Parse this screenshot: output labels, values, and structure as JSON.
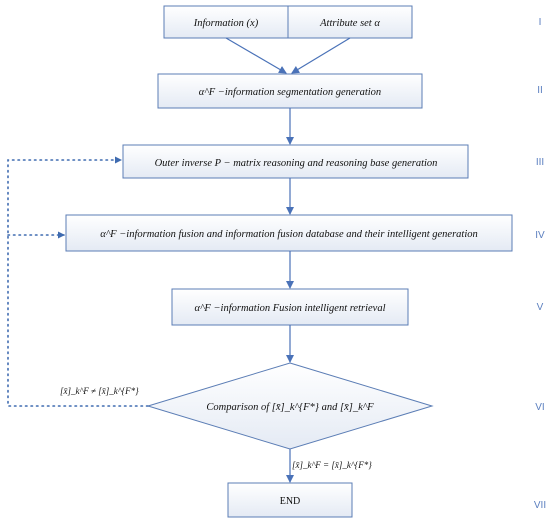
{
  "colors": {
    "box_stroke": "#5b7db5",
    "box_fill_top": "#ffffff",
    "box_fill_bottom": "#e4eaf4",
    "arrow": "#4a72b8",
    "dotted": "#3f6bb0",
    "step_label": "#5b7fbf"
  },
  "box1": {
    "left_label": "Information (x)",
    "right_label": "Attribute set α"
  },
  "box2": {
    "label": "α^F −information segmentation generation"
  },
  "box3": {
    "label": "Outer inverse P − matrix reasoning and reasoning base generation"
  },
  "box4": {
    "label": "α^F −information fusion and information fusion database and their intelligent generation"
  },
  "box5": {
    "label": "α^F −information Fusion intelligent retrieval"
  },
  "diamond": {
    "label": "Comparison of [x̄]_k^{F*} and [x̄]_k^F"
  },
  "conditions": {
    "not_equal": "[x̄]_k^F ≠ [x̄]_k^{F*}",
    "equal": "[x̄]_k^F = [x̄]_k^{F*}"
  },
  "end_box": {
    "label": "END"
  },
  "steps": [
    "I",
    "II",
    "III",
    "IV",
    "V",
    "VI",
    "VII"
  ]
}
